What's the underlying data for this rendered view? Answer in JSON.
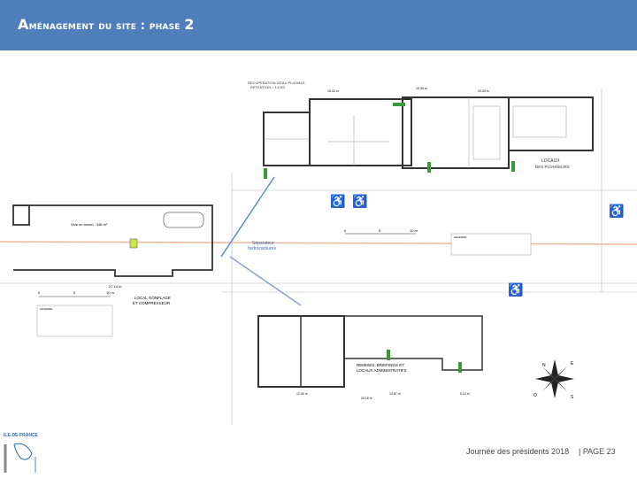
{
  "header": {
    "title_first": "A",
    "title_rest": "ménagement du site : phase ",
    "title_number": "2"
  },
  "plan": {
    "labels": {
      "rainwater": "RECUPERATION D'EAU PLUVIALE",
      "retention": "RETENTION = 13 M3",
      "divers_rooms": "LOCAUX",
      "divers_rooms_2": "DES PLONGEURS",
      "tunnel_volume": "Vide en tunnel : 348 m²",
      "separator_1": "Séparateur",
      "separator_2": "hydrocarbures",
      "compressor_1": "LOCAL GONFLAGE",
      "compressor_2": "ET COMPRESSEUR",
      "admin_1": "REMISES, BRIEFINGS ET",
      "admin_2": "LOCAUX ADMINISTRATIFS",
      "legend_title": "LEGENDE"
    },
    "dimensions": [
      "19.30 m",
      "15.43 m",
      "20.40 m",
      "27.10 m",
      "12.40 m",
      "10.87 m",
      "5.10 m",
      "32.18 m"
    ],
    "scale": [
      "0",
      "5",
      "10 m"
    ],
    "compass": {
      "n": "N",
      "e": "E",
      "s": "S",
      "o": "O"
    },
    "colors": {
      "walls": "#333333",
      "exit": "#3a9a3a",
      "fire": "#d83030",
      "water": "#5a8fd0",
      "pipe": "#f0b89a"
    }
  },
  "footer": {
    "logo": "ILE-DE-FRANCE",
    "event": "Journée des présidents 2018",
    "page": "| PAGE 23"
  }
}
